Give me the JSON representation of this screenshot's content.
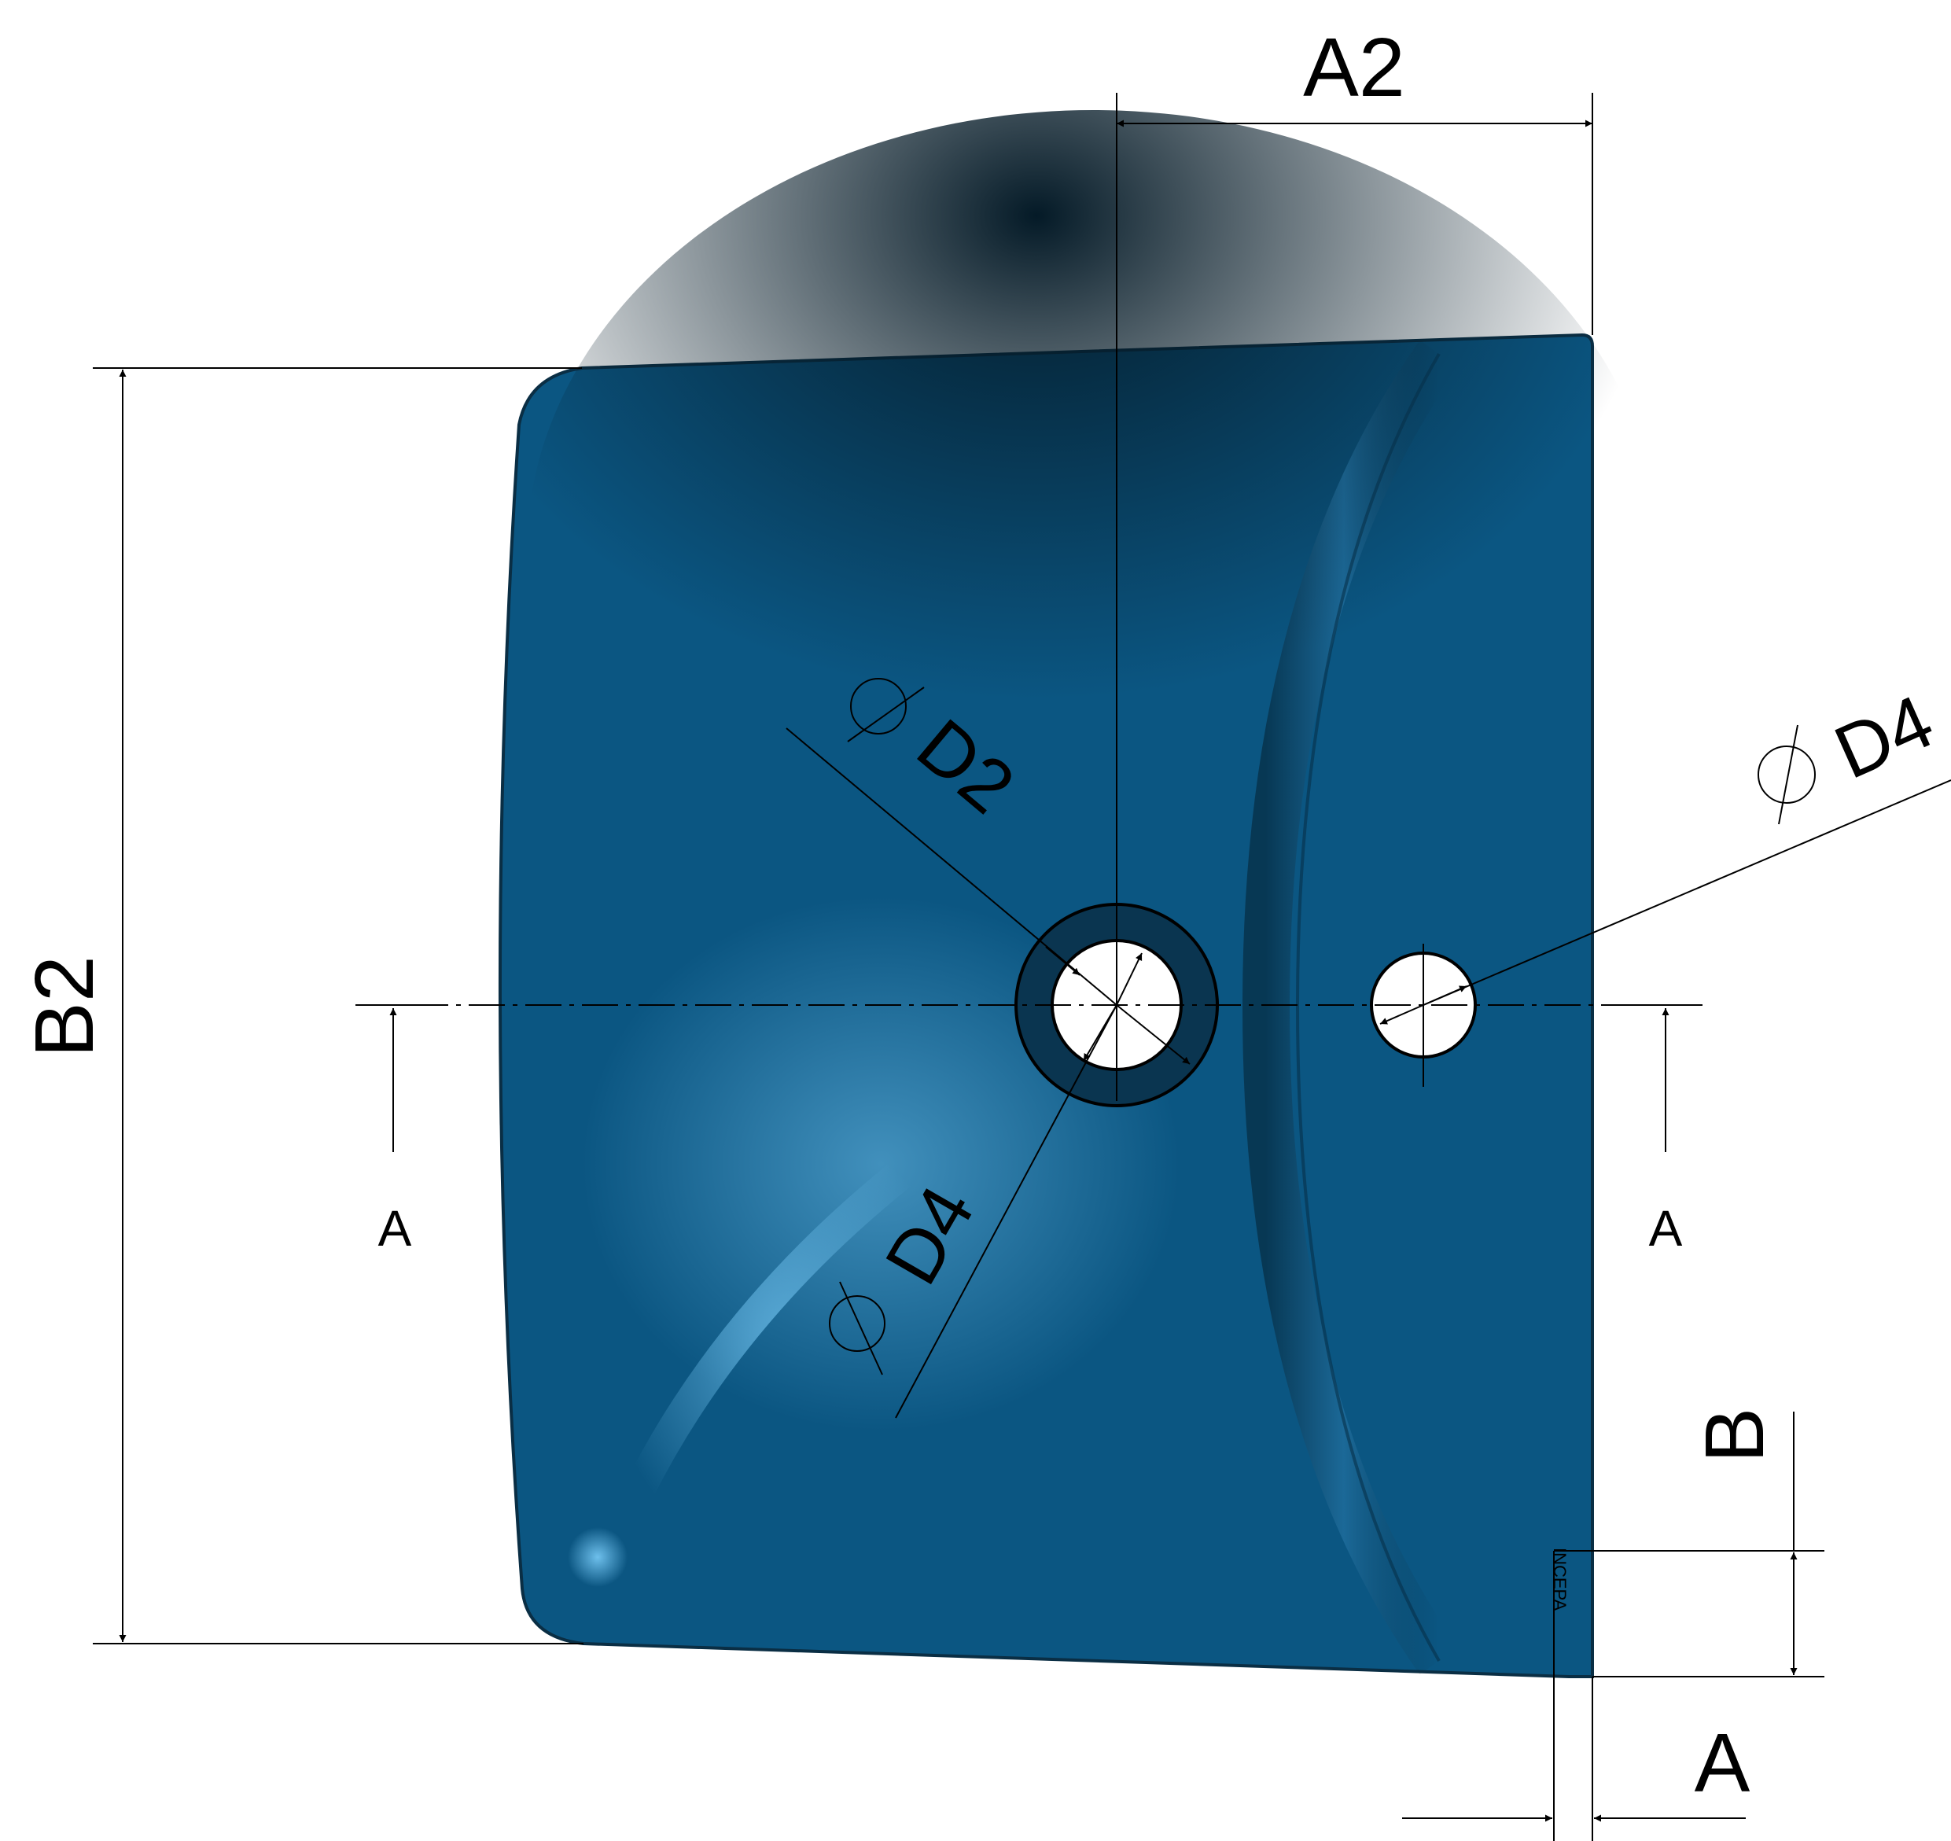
{
  "colors": {
    "basin_body": "#0b5682",
    "basin_shadow": "#041a27",
    "basin_highlight": "#7fd2ff",
    "drain_ring": "#0a3550",
    "line": "#000000",
    "background": "#ffffff"
  },
  "dimensions": {
    "top_width": "A2",
    "height": "B2",
    "drain_diameter": "D2",
    "drain_hole_diameter": "D4",
    "tap_hole_diameter": "D4",
    "section_left": "A",
    "section_right": "A",
    "rim_height": "B",
    "rim_width": "A"
  },
  "brand": {
    "logo_text": "INCEPA"
  }
}
